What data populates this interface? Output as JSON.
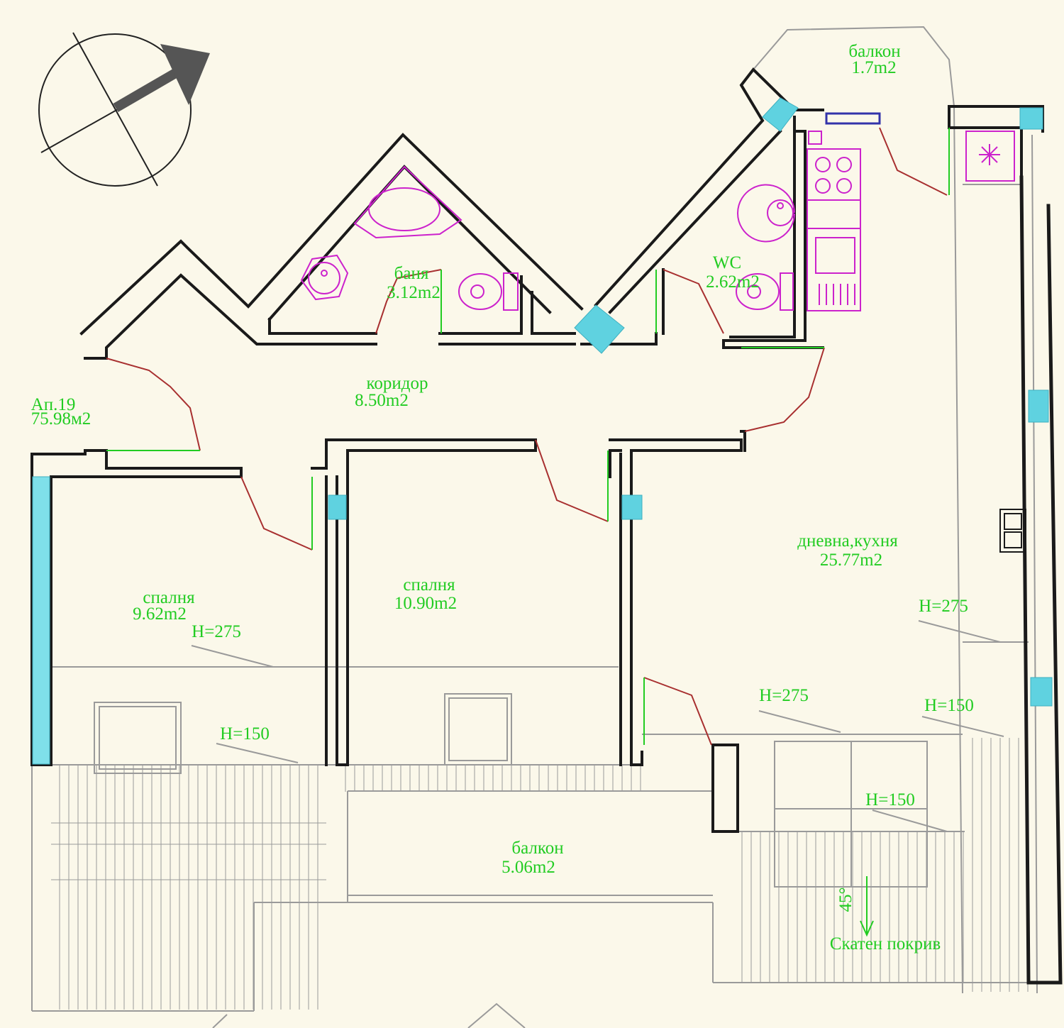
{
  "colors": {
    "background": "#fbf8ea",
    "wall": "#1a1a1a",
    "label": "#22cc22",
    "door_swing": "#a83030",
    "door_leaf": "#22cc22",
    "window": "#5fd2e0",
    "fixture": "#cc22cc",
    "thin_line": "#9a9a9a",
    "compass": "#222222",
    "arrow": "#555555"
  },
  "apartment": {
    "name": "Ап.19",
    "area": "75.98м2"
  },
  "rooms": [
    {
      "id": "balcony-top",
      "name": "балкон",
      "area": "1.7m2"
    },
    {
      "id": "bathroom",
      "name": "баня",
      "area": "3.12m2"
    },
    {
      "id": "wc",
      "name": "WC",
      "area": "2.62m2"
    },
    {
      "id": "corridor",
      "name": "коридор",
      "area": "8.50m2"
    },
    {
      "id": "living-kitchen",
      "name": "дневна,кухня",
      "area": "25.77m2"
    },
    {
      "id": "bedroom-left",
      "name": "спалня",
      "area": "9.62m2"
    },
    {
      "id": "bedroom-middle",
      "name": "спалня",
      "area": "10.90m2"
    },
    {
      "id": "balcony-bottom",
      "name": "балкон",
      "area": "5.06m2"
    }
  ],
  "heights": [
    {
      "id": "h1",
      "text": "H=275"
    },
    {
      "id": "h2",
      "text": "H=150"
    },
    {
      "id": "h3",
      "text": "H=275"
    },
    {
      "id": "h4",
      "text": "H=150"
    },
    {
      "id": "h5",
      "text": "H=275"
    },
    {
      "id": "h6",
      "text": "H=150"
    }
  ],
  "roof": {
    "slope": "45°",
    "label": "Скатен покрив"
  },
  "compass": {
    "icon": "north-arrow-icon"
  }
}
